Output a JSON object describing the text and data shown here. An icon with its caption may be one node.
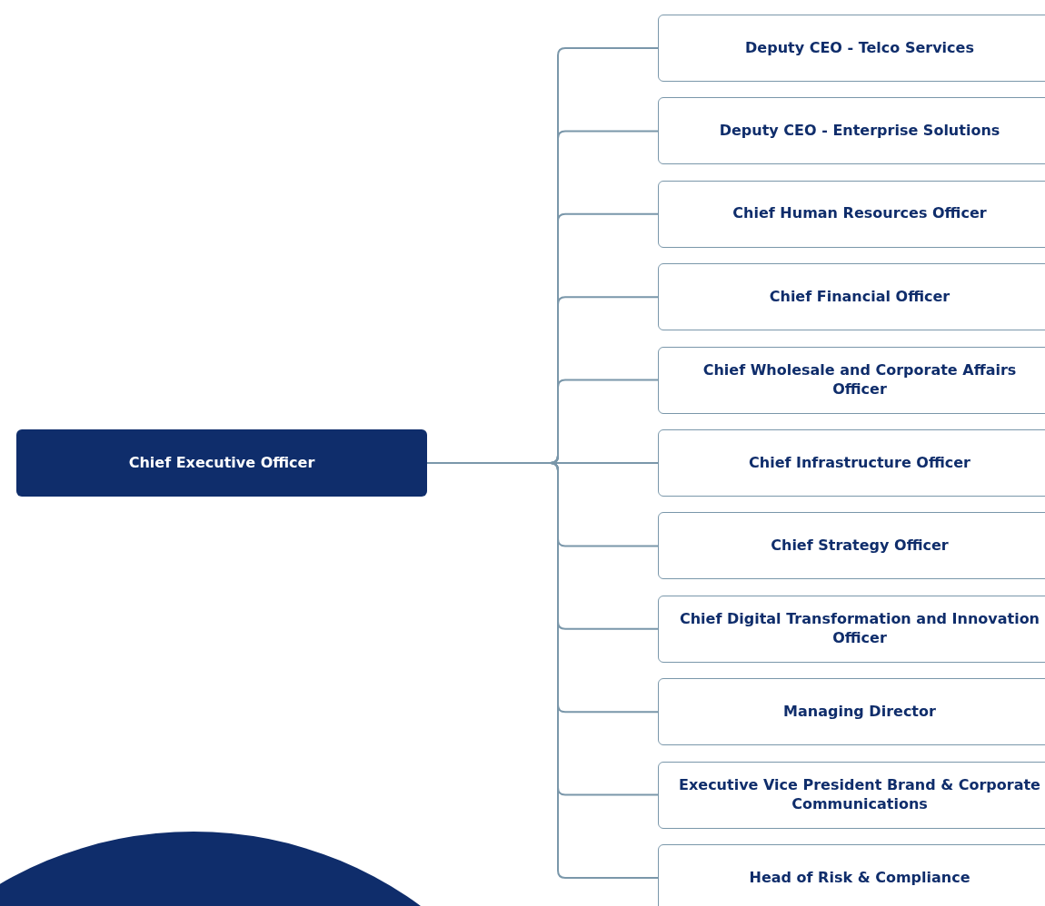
{
  "diagram": {
    "nodes": [
      {
        "text": [
          "Chief Executive Officer"
        ]
      },
      {
        "text": [
          "Deputy CEO - Telco Services"
        ]
      },
      {
        "text": [
          "Deputy CEO - Enterprise Solutions"
        ]
      },
      {
        "text": [
          "Chief Human Resources Officer"
        ]
      },
      {
        "text": [
          "Chief Financial Officer"
        ]
      },
      {
        "text": [
          "Chief Wholesale and Corporate Affairs Officer"
        ]
      },
      {
        "text": [
          "Chief Infrastructure Officer"
        ]
      },
      {
        "text": [
          "Chief Strategy Officer"
        ]
      },
      {
        "text": [
          "Chief Digital Transformation and Innovation Officer"
        ]
      },
      {
        "text": [
          "Managing Director"
        ]
      },
      {
        "text": [
          "Executive Vice President Brand & Corporate Communications"
        ]
      },
      {
        "text": [
          "Head of Risk & Compliance"
        ]
      }
    ],
    "edges": [
      {
        "from": 0,
        "to": 1,
        "arrow": "none"
      },
      {
        "from": 0,
        "to": 2,
        "arrow": "none"
      },
      {
        "from": 0,
        "to": 3,
        "arrow": "none"
      },
      {
        "from": 0,
        "to": 4,
        "arrow": "none"
      },
      {
        "from": 0,
        "to": 5,
        "arrow": "none"
      },
      {
        "from": 0,
        "to": 6,
        "arrow": "none"
      },
      {
        "from": 0,
        "to": 7,
        "arrow": "none"
      },
      {
        "from": 0,
        "to": 8,
        "arrow": "none"
      },
      {
        "from": 0,
        "to": 9,
        "arrow": "none"
      },
      {
        "from": 0,
        "to": 10,
        "arrow": "none"
      },
      {
        "from": 0,
        "to": 11,
        "arrow": "none"
      }
    ]
  }
}
